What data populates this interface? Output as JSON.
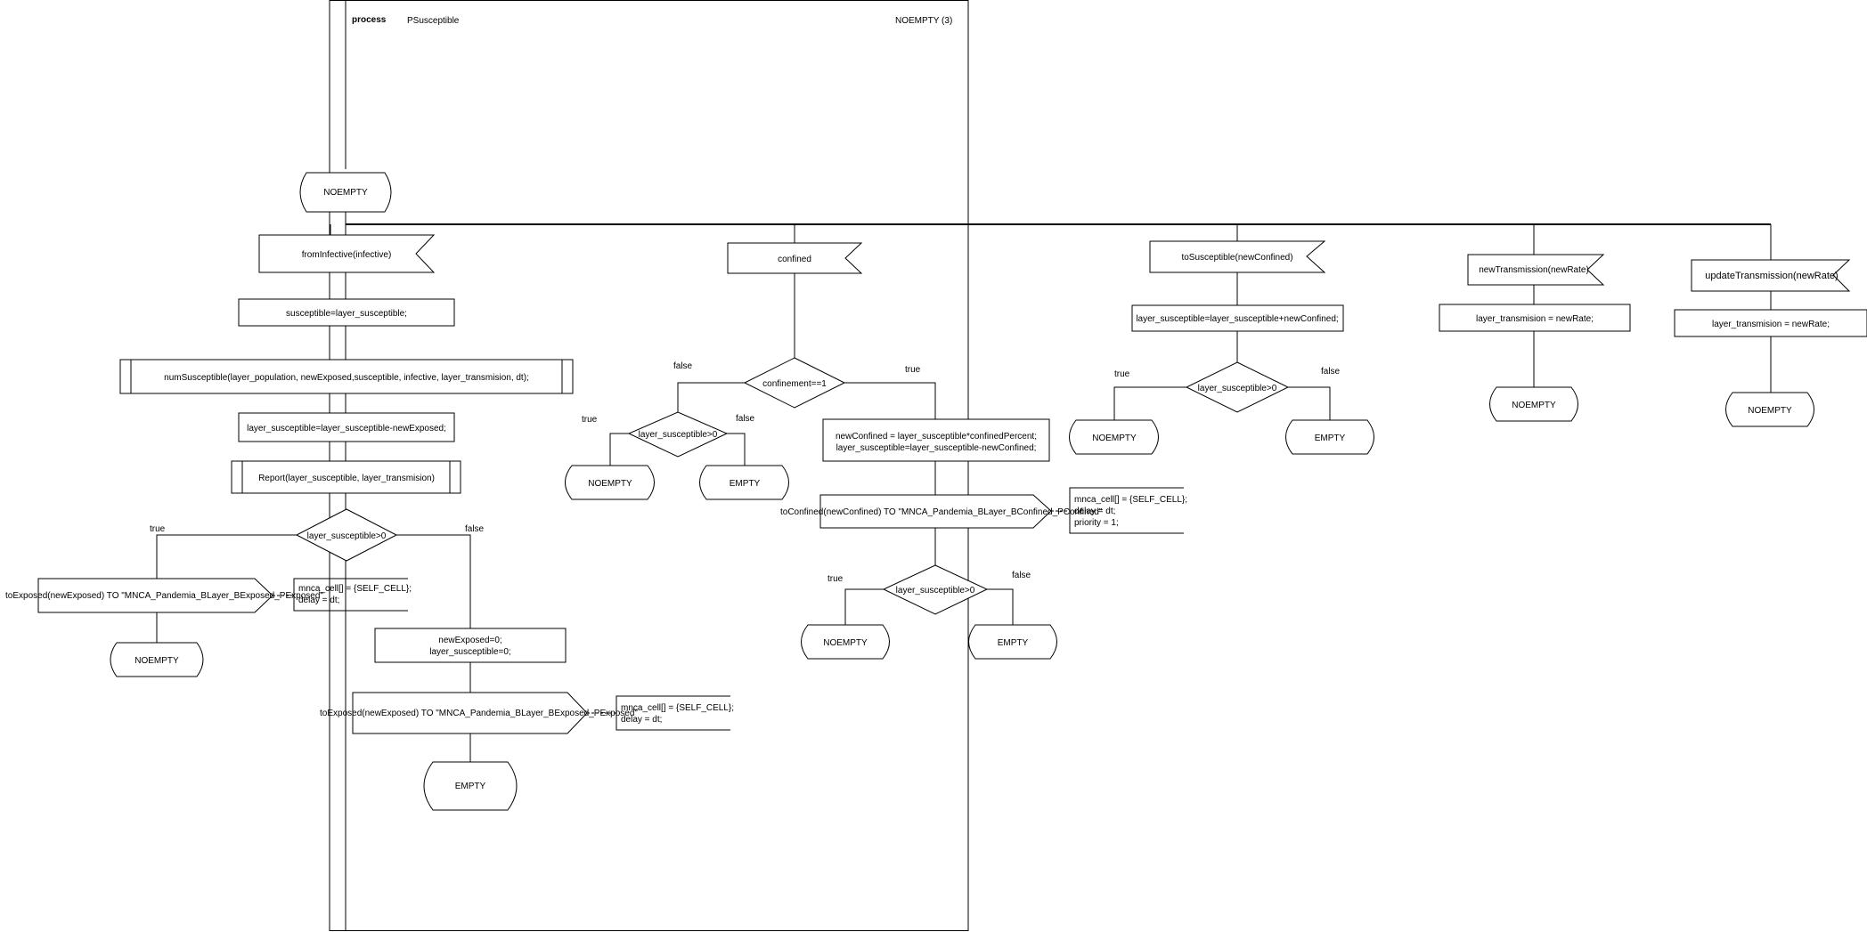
{
  "header": {
    "keyword": "process",
    "name": "PSusceptible",
    "page": "NOEMPTY (3)"
  },
  "start_state": "NOEMPTY",
  "branch_infective": {
    "input": "fromInfective(infective)",
    "task1": "susceptible=layer_susceptible;",
    "proc_call": "numSusceptible(layer_population, newExposed,susceptible, infective, layer_transmision, dt);",
    "task2": "layer_susceptible=layer_susceptible-newExposed;",
    "report": "Report(layer_susceptible, layer_transmision)",
    "decision": "layer_susceptible>0",
    "true_label": "true",
    "false_label": "false",
    "true_output": "toExposed(newExposed) TO \"MNCA_Pandemia_BLayer_BExposed_PExposed\"",
    "true_comment_1": "mnca_cell[] = {SELF_CELL};",
    "true_comment_2": "delay = dt;",
    "true_next": "NOEMPTY",
    "false_task_1": "newExposed=0;",
    "false_task_2": "layer_susceptible=0;",
    "false_output": "toExposed(newExposed) TO \"MNCA_Pandemia_BLayer_BExposed_PExposed\"",
    "false_comment_1": "mnca_cell[] = {SELF_CELL};",
    "false_comment_2": "delay = dt;",
    "false_next": "EMPTY"
  },
  "branch_confined": {
    "input": "confined",
    "decision": "confinement==1",
    "false_label": "false",
    "true_label": "true",
    "sub_decision": "layer_susceptible>0",
    "sub_true_label": "true",
    "sub_false_label": "false",
    "sub_true_next": "NOEMPTY",
    "sub_false_next": "EMPTY",
    "task_1": "newConfined = layer_susceptible*confinedPercent;",
    "task_2": "layer_susceptible=layer_susceptible-newConfined;",
    "output": "toConfined(newConfined) TO \"MNCA_Pandemia_BLayer_BConfined_PConfined\"",
    "comment_1": "mnca_cell[] = {SELF_CELL};",
    "comment_2": "delay = dt;",
    "comment_3": "priority = 1;",
    "decision2": "layer_susceptible>0",
    "d2_true_label": "true",
    "d2_false_label": "false",
    "d2_true_next": "NOEMPTY",
    "d2_false_next": "EMPTY"
  },
  "branch_to_susceptible": {
    "input": "toSusceptible(newConfined)",
    "task": "layer_susceptible=layer_susceptible+newConfined;",
    "decision": "layer_susceptible>0",
    "true_label": "true",
    "false_label": "false",
    "true_next": "NOEMPTY",
    "false_next": "EMPTY"
  },
  "branch_new_transmission": {
    "input": "newTransmission(newRate)",
    "task": "layer_transmision = newRate;",
    "next": "NOEMPTY"
  },
  "branch_update_transmission": {
    "input": "updateTransmission(newRate)",
    "task": "layer_transmision = newRate;",
    "next": "NOEMPTY"
  }
}
